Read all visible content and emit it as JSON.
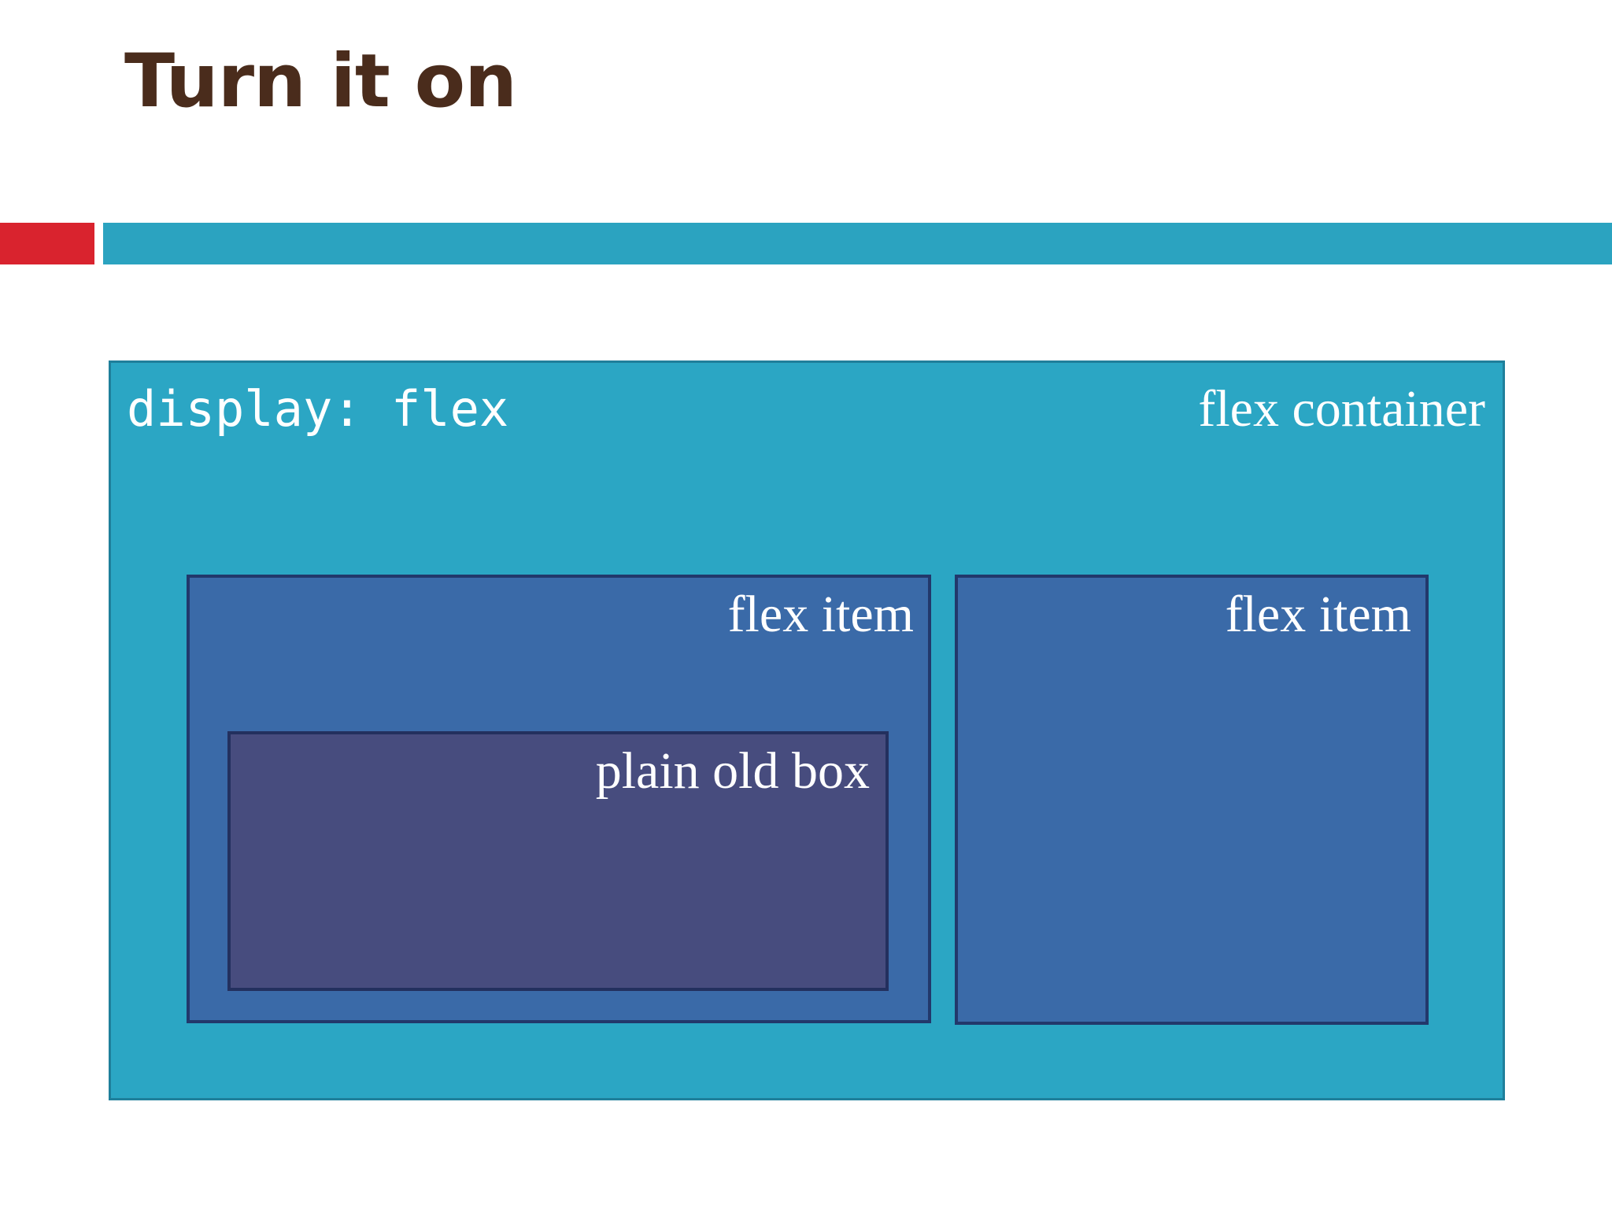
{
  "slide": {
    "title": "Turn it on",
    "title_color": "#4a2c1c",
    "background_color": "#ffffff"
  },
  "header_rule": {
    "accent_color": "#d9232e",
    "bar_color": "#2ba3c0"
  },
  "diagram": {
    "container": {
      "declaration": "display: flex",
      "label": "flex container",
      "fill_color": "#2ba6c4",
      "border_color": "#1f7f9b"
    },
    "items": [
      {
        "label": "flex item",
        "fill_color": "#3a6aa8",
        "border_color": "#22386b",
        "child": {
          "label": "plain old box",
          "fill_color": "#474c7e",
          "border_color": "#23305e"
        }
      },
      {
        "label": "flex item",
        "fill_color": "#3a6aa8",
        "border_color": "#22386b"
      }
    ]
  }
}
